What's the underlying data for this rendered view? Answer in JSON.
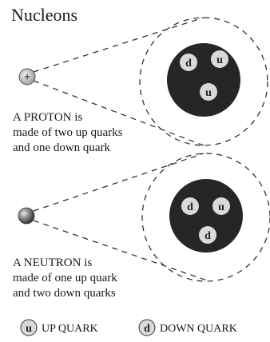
{
  "title": "Nucleons",
  "proton": {
    "symbol": "+",
    "caption": [
      "A PROTON is",
      "made of two up quarks",
      "and one down quark"
    ],
    "quarks": [
      "d",
      "u",
      "u"
    ]
  },
  "neutron": {
    "caption": [
      "A NEUTRON is",
      "made of one up quark",
      "and two down quarks"
    ],
    "quarks": [
      "d",
      "u",
      "d"
    ]
  },
  "legend": {
    "up": {
      "symbol": "u",
      "label": "UP QUARK"
    },
    "down": {
      "symbol": "d",
      "label": "DOWN QUARK"
    }
  },
  "colors": {
    "nucleus_fill": "#262626",
    "quark_fill": "#d9d9d9",
    "line": "#333333"
  }
}
